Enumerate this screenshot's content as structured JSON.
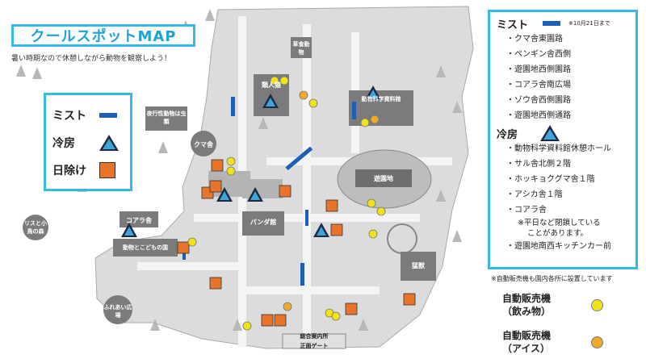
{
  "title": "クールスポットMAP",
  "subtitle": "暑い時期なので休憩しながら動物を観察しよう！",
  "legend_left": {
    "mist": "ミスト",
    "aircon": "冷房",
    "shade": "日除け"
  },
  "legend_right": {
    "mist_header": "ミスト",
    "mist_note": "※10月21日まで",
    "mist_items": [
      "・クマ舎東園路",
      "・ペンギン舎西側",
      "・遊園地西側園路",
      "・コアラ舎南広場",
      "・ゾウ舎西側園路",
      "・遊園地西側通路"
    ],
    "aircon_header": "冷房",
    "aircon_items": [
      "・動物科学資料館休憩ホール",
      "・サル舎北側２階",
      "・ホッキョクグマ舎１階",
      "・アシカ舎１階",
      "・コアラ舎"
    ],
    "aircon_subnotes": [
      "※平日など閉鎖している",
      "ことがあります。"
    ],
    "aircon_last": "・遊園地南西キッチンカー前"
  },
  "vending_note": "※自動販売機も園内各所に設置しています",
  "vending": [
    {
      "label_line1": "自動販売機",
      "label_line2": "（飲み物）",
      "color": "#f2e21a"
    },
    {
      "label_line1": "自動販売機",
      "label_line2": "（アイス）",
      "color": "#f0a92b"
    }
  ],
  "map_labels": {
    "ruijinen": "類人猿",
    "yakoseidobutsu": "夜行性動物は虫類",
    "kumasha": "クマ舎",
    "pandakan": "パンダ館",
    "koalasha": "コアラ舎",
    "risu": "リスと小鳥の森",
    "dobutsu_kodomo": "動物とこどもの国",
    "fureai": "ふれあい広場",
    "mojuu": "猛獣",
    "yuenchi": "遊園地",
    "dobutsu_kagaku": "動物科学資料館",
    "sogo_annai": "総合案内所",
    "seimon": "正面ゲート",
    "sogen": "草食動物"
  },
  "colors": {
    "accent": "#37b9e3",
    "mist": "#1d5fb4",
    "shade": "#e8732a",
    "aircon": "#3ea4d9"
  }
}
